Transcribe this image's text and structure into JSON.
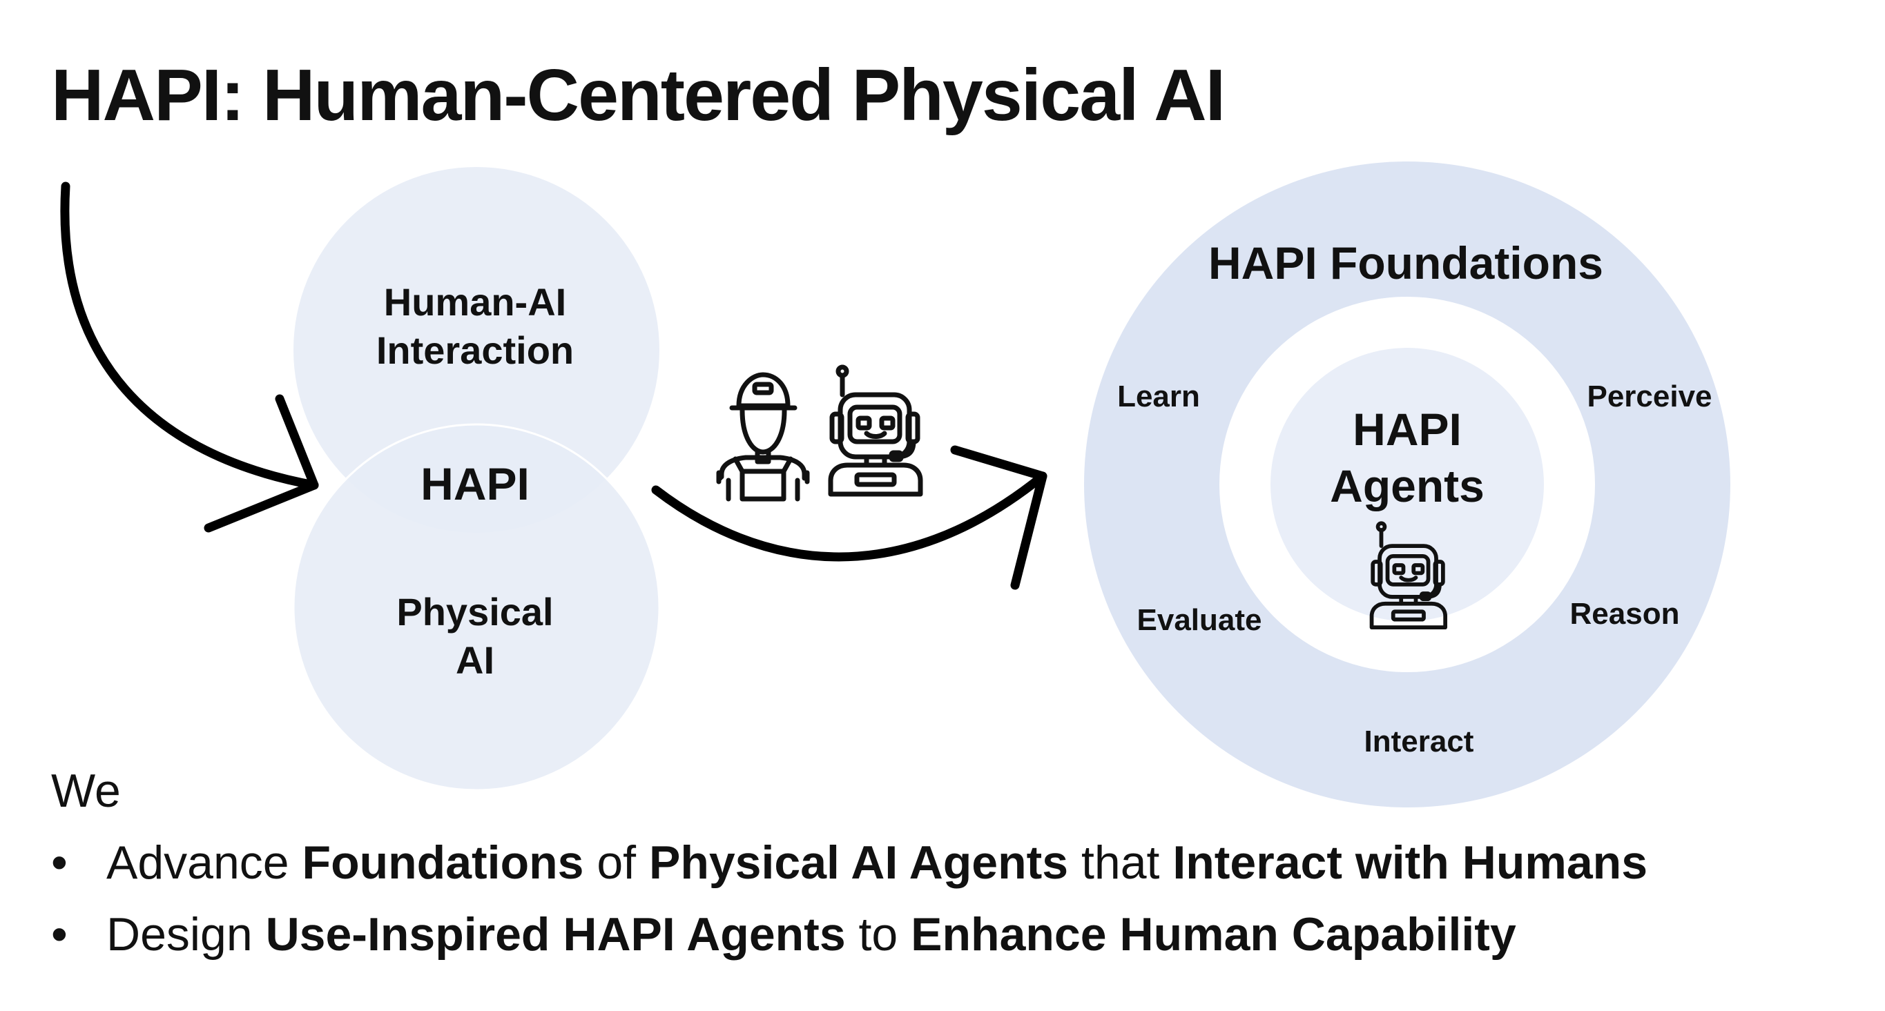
{
  "title": "HAPI: Human-Centered Physical AI",
  "venn": {
    "top_line1": "Human-AI",
    "top_line2": "Interaction",
    "center": "HAPI",
    "bottom_line1": "Physical",
    "bottom_line2": "AI"
  },
  "icons": {
    "human": "human-worker-icon",
    "robot": "robot-headset-icon"
  },
  "foundations": {
    "title": "HAPI Foundations",
    "agents_line1": "HAPI",
    "agents_line2": "Agents",
    "steps": [
      "Learn",
      "Perceive",
      "Reason",
      "Interact",
      "Evaluate"
    ]
  },
  "bottom": {
    "intro": "We",
    "bullet_char": "•",
    "bullets": [
      {
        "segments": [
          {
            "text": "Advance ",
            "bold": false
          },
          {
            "text": "Foundations",
            "bold": true
          },
          {
            "text": " of ",
            "bold": false
          },
          {
            "text": "Physical AI Agents",
            "bold": true
          },
          {
            "text": " that ",
            "bold": false
          },
          {
            "text": "Interact with Humans",
            "bold": true
          }
        ]
      },
      {
        "segments": [
          {
            "text": "Design ",
            "bold": false
          },
          {
            "text": "Use-Inspired HAPI Agents",
            "bold": true
          },
          {
            "text": " to ",
            "bold": false
          },
          {
            "text": "Enhance Human Capability",
            "bold": true
          }
        ]
      }
    ]
  },
  "colors": {
    "venn_fill": "#E7ECF6",
    "ring_fill": "#DCE4F3",
    "inner_fill": "#E9EEF8",
    "arrow": "#000000",
    "text": "#111111"
  }
}
